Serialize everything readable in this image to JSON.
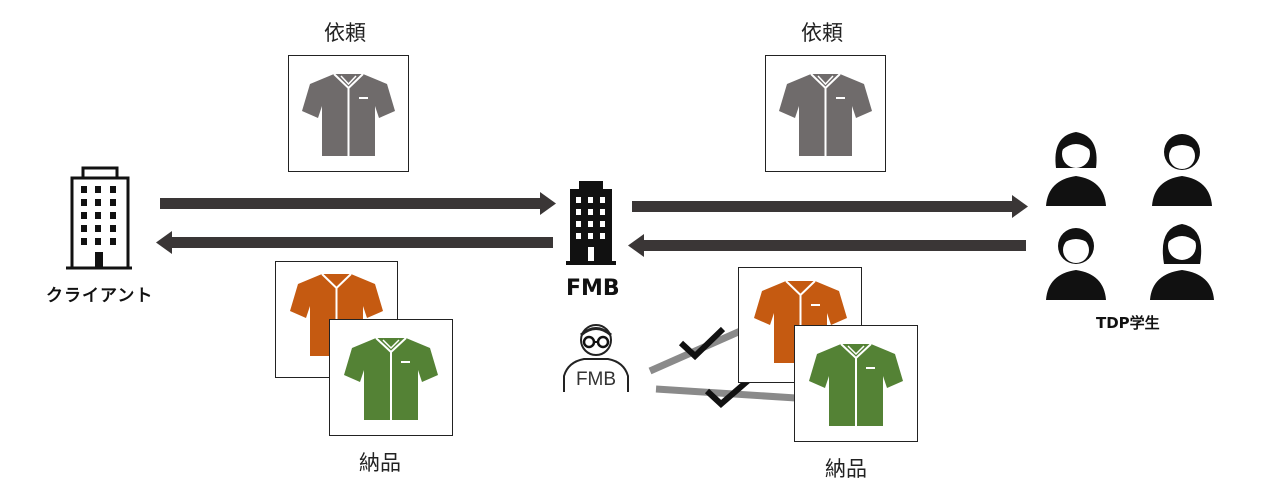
{
  "labels": {
    "request_left": "依頼",
    "request_right": "依頼",
    "delivery_left": "納品",
    "delivery_right": "納品",
    "client": "クライアント",
    "fmb": "FMB",
    "fmb_person": "FMB",
    "tdp": "TDP学生"
  },
  "colors": {
    "arrow": "#3a3636",
    "arrow_light": "#8a8a8a",
    "shirt_gray": "#6f6b6b",
    "shirt_orange": "#c55a11",
    "shirt_green": "#548235"
  },
  "icons": {
    "client": "office-building-icon",
    "fmb": "office-building-icon",
    "fmb_person": "person-with-glasses-icon",
    "students": "people-group-icon",
    "shirt": "shirt-icon",
    "check": "checkmark-icon"
  }
}
